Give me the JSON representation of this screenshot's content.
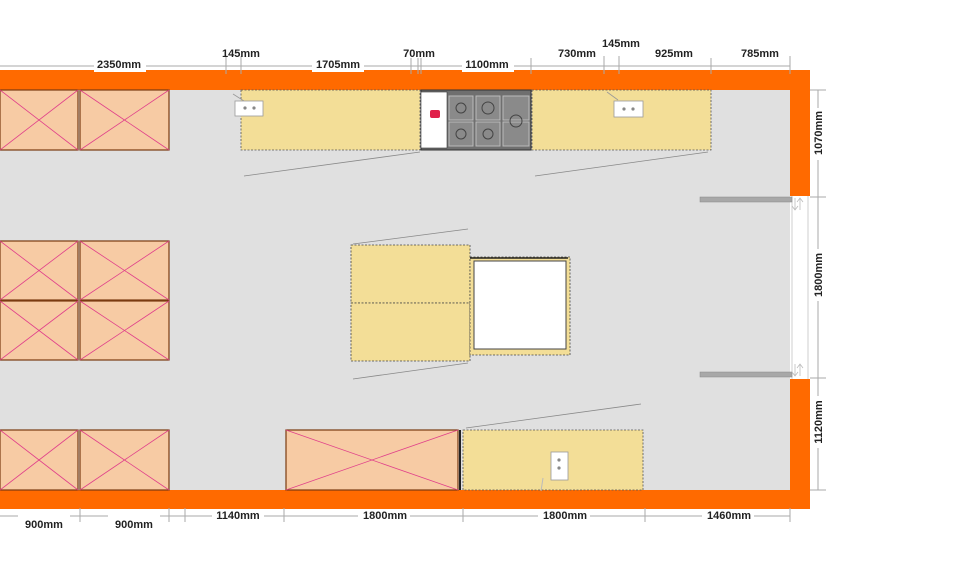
{
  "colors": {
    "wall": "#ff6a00",
    "floor": "#e0e0e0",
    "cabinet": "#f3de97",
    "tall_unit": "#f7cba4",
    "tall_unit_cross": "#e0408a",
    "tall_unit_edge": "#7a3a10",
    "dimension_line": "#aaaaaa",
    "dimension_text": "#222222",
    "window": "#a8a8a8",
    "appliance_white": "#ffffff"
  },
  "dimensions": {
    "top": [
      "2350mm",
      "145mm",
      "1705mm",
      "70mm",
      "1100mm",
      "730mm",
      "145mm",
      "925mm",
      "785mm"
    ],
    "bottom": [
      "900mm",
      "900mm",
      "1140mm",
      "1800mm",
      "1800mm",
      "1460mm"
    ],
    "right": [
      "1070mm",
      "1800mm",
      "1120mm"
    ]
  },
  "icons": [
    "socket-icon",
    "socket-icon",
    "socket-icon",
    "hob-icon",
    "sink-icon"
  ]
}
